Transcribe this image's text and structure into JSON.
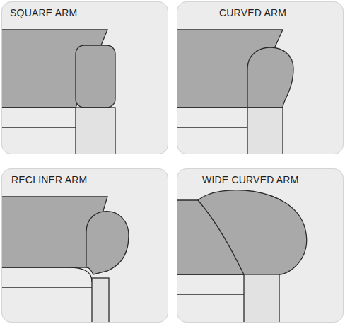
{
  "diagram": {
    "nodes": [
      {
        "text": [
          "SQUARE ARM"
        ]
      },
      {
        "text": [
          "CURVED ARM"
        ]
      },
      {
        "text": [
          "RECLINER ARM"
        ]
      },
      {
        "text": [
          "WIDE CURVED ARM"
        ]
      }
    ]
  }
}
